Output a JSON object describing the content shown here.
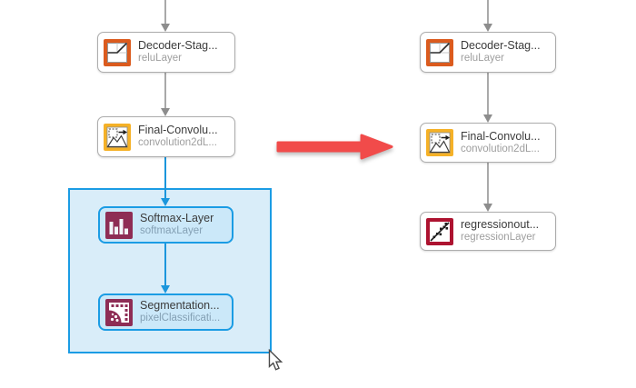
{
  "app_context": "layer-graph-editor-canvas",
  "left_diagram": {
    "nodes": [
      {
        "title": "Decoder-Stag...",
        "subtitle": "reluLayer",
        "icon": "relu-layer-icon",
        "selected": false
      },
      {
        "title": "Final-Convolu...",
        "subtitle": "convolution2dL...",
        "icon": "convolution2d-layer-icon",
        "selected": false
      },
      {
        "title": "Softmax-Layer",
        "subtitle": "softmaxLayer",
        "icon": "softmax-layer-icon",
        "selected": true
      },
      {
        "title": "Segmentation...",
        "subtitle": "pixelClassificati...",
        "icon": "pixel-classification-layer-icon",
        "selected": true
      }
    ]
  },
  "right_diagram": {
    "nodes": [
      {
        "title": "Decoder-Stag...",
        "subtitle": "reluLayer",
        "icon": "relu-layer-icon",
        "selected": false
      },
      {
        "title": "Final-Convolu...",
        "subtitle": "convolution2dL...",
        "icon": "convolution2d-layer-icon",
        "selected": false
      },
      {
        "title": "regressionout...",
        "subtitle": "regressionLayer",
        "icon": "regression-layer-icon",
        "selected": false
      }
    ]
  },
  "annotations": {
    "red_arrow": "points from left diagram to right diagram",
    "selection_marquee": "drag-selection around Softmax and Segmentation layers",
    "mouse_cursor": "arrow pointer at bottom-right corner of selection"
  },
  "colors": {
    "connector_gray": "#A9A9A9",
    "arrowhead_gray": "#8D8D8D",
    "selection_blue": "#1B9CE4",
    "selection_fill": "#CBE8F9",
    "red_arrow": "#F14B4A",
    "relu_icon_orange": "#DB5B1E",
    "convolution_icon_gold": "#F5B127",
    "softmax_icon_maroon": "#8E2D55",
    "pixel_classification_icon_maroon": "#8E2D55",
    "regression_icon_crimson": "#AD1330",
    "node_border_gray": "#ADADAD",
    "node_title_text": "#3B3B3B",
    "node_subtitle_text": "#9E9E9E"
  }
}
